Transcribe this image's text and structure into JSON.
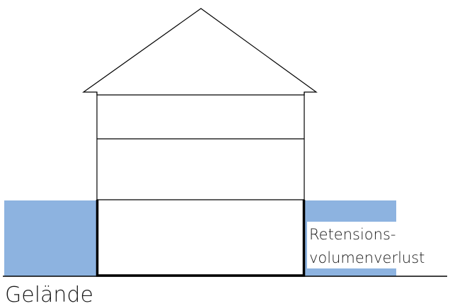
{
  "labels": {
    "retention_line1": "Retensions-",
    "retention_line2": "volumenverlust",
    "ground": "Gelände"
  },
  "colors": {
    "water": "#8db3e0",
    "outline": "#000000",
    "background": "#ffffff"
  }
}
